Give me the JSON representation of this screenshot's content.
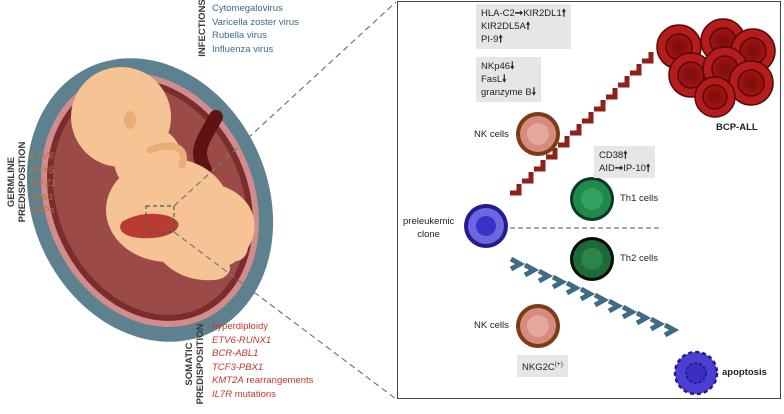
{
  "left": {
    "infections": {
      "heading": "INFECTIONS",
      "items": [
        "Cytomegalovirus",
        "Varicella zoster virus",
        "Rubella virus",
        "Influenza virus"
      ]
    },
    "germline": {
      "heading_line1": "GERMLINE",
      "heading_line2": "PREDISPOSITION",
      "items": [
        "ETV6",
        "PAX5",
        "IKFZ1",
        "TP53"
      ],
      "last_item": "SNPs"
    },
    "somatic": {
      "heading_line1": "SOMATIC",
      "heading_line2": "PREDISPOSITION",
      "item1": "hyperdiploidy",
      "item2": "ETV6-RUNX1",
      "item3": "BCR-ABL1",
      "item4": "TCF3-PBX1",
      "item5_gene": "KMT2A",
      "item5_rest": " rearrangements",
      "item6_gene": "IL7R",
      "item6_rest": " mutations"
    }
  },
  "right": {
    "box1": {
      "line1_a": "HLA-C2",
      "line1_b": "KIR2DL1",
      "line2": "KIR2DL5A",
      "line3": "PI-9"
    },
    "box2": {
      "line1": "NKp46",
      "line2": "FasL",
      "line3": "granzyme B"
    },
    "box3": {
      "line1": "CD38",
      "line2_a": "AID",
      "line2_b": "IP-10"
    },
    "box4": {
      "text": "NKG2C",
      "sup": "(+)"
    },
    "labels": {
      "bcp_all": "BCP-ALL",
      "nk_top": "NK cells",
      "th1": "Th1 cells",
      "preleukemic_1": "preleukemic",
      "preleukemic_2": "clone",
      "th2": "Th2 cells",
      "nk_bottom": "NK cells",
      "apoptosis": "apoptosis"
    },
    "symbols": {
      "up": "🠕",
      "down": "🠗",
      "right": "➞"
    }
  }
}
